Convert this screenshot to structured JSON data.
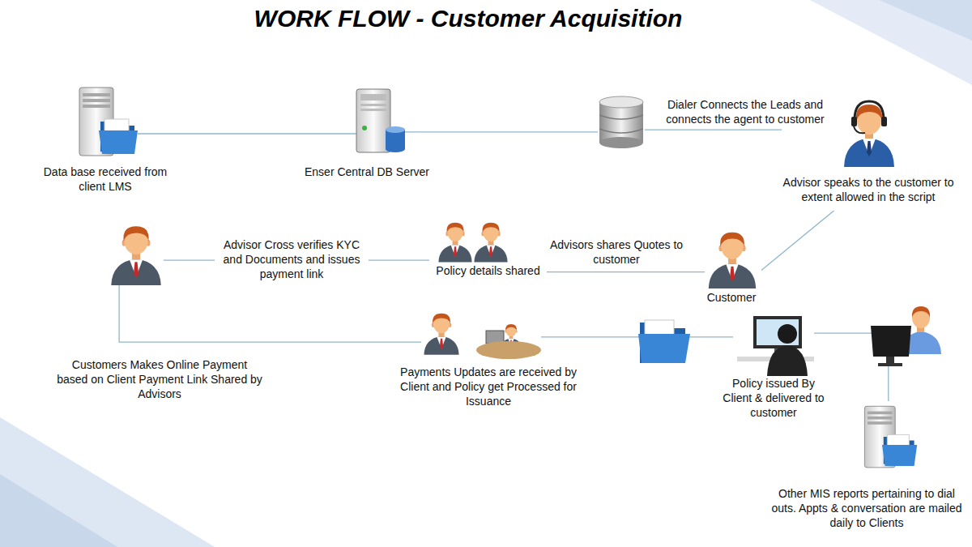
{
  "diagram": {
    "title": "WORK FLOW - Customer Acquisition",
    "nodes": [
      {
        "text": [
          "Data base received from client LMS"
        ]
      },
      {
        "text": [
          "Enser Central DB Server"
        ]
      },
      {
        "text": [
          "Dialer Connects the Leads and connects the agent to customer"
        ]
      },
      {
        "text": [
          "Advisor speaks to the customer to extent allowed in the script"
        ]
      },
      {
        "text": [
          "Customer"
        ]
      },
      {
        "text": [
          "Policy details shared"
        ]
      },
      {
        "text": [
          "Advisor Cross verifies KYC and Documents and issues payment link"
        ]
      },
      {
        "text": [
          "Payments Updates are received by Client and Policy get Processed for Issuance"
        ]
      },
      {
        "text": [
          "Policy issued By Client & delivered to customer"
        ]
      },
      {
        "text": [
          "Other MIS reports pertaining to dial outs. Appts & conversation are mailed daily to Clients"
        ]
      }
    ],
    "edges": [
      {
        "from": 0,
        "to": 1,
        "arrow": "none"
      },
      {
        "from": 1,
        "to": 2,
        "arrow": "none"
      },
      {
        "from": 2,
        "to": 3,
        "arrow": "none"
      },
      {
        "from": 3,
        "to": 4,
        "arrow": "none"
      },
      {
        "from": 4,
        "to": 5,
        "label": "Advisors shares Quotes to customer",
        "arrow": "none"
      },
      {
        "from": 5,
        "to": 6,
        "arrow": "none"
      },
      {
        "from": 6,
        "to": 7,
        "label": "Customers Makes Online Payment based on Client Payment Link Shared by Advisors",
        "arrow": "none"
      },
      {
        "from": 7,
        "to": 8,
        "arrow": "none"
      },
      {
        "from": 8,
        "to": 9,
        "arrow": "none"
      }
    ]
  }
}
